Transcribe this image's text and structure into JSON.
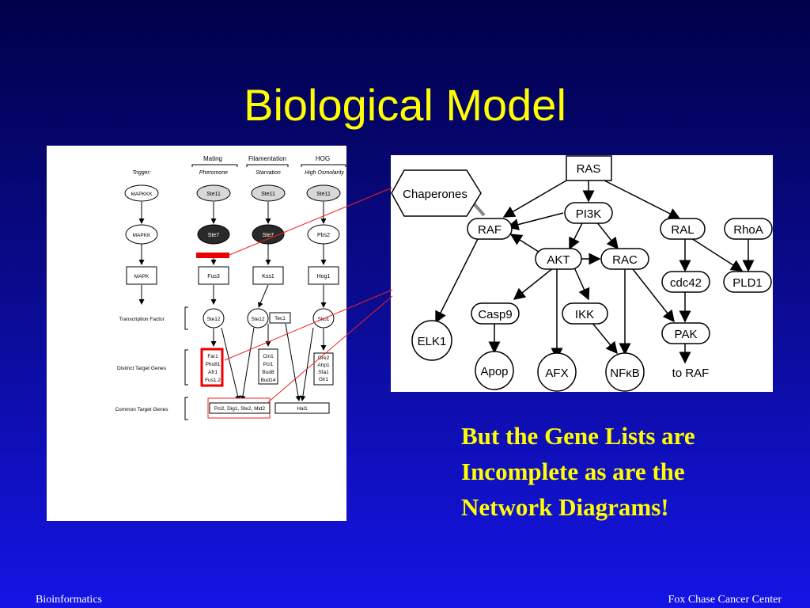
{
  "slide": {
    "title": "Biological Model",
    "caption_lines": [
      "But the Gene Lists are",
      "Incomplete as are the",
      "Network Diagrams!"
    ],
    "footer_left": "Bioinformatics",
    "footer_right": "Fox Chase Cancer Center"
  },
  "colors": {
    "title": "#ffff00",
    "highlight": "#ee0000",
    "connector": "#ee2222",
    "background_top": "#00004a",
    "background_bottom": "#1414e6"
  },
  "yeast_pathway": {
    "headers": [
      "Mating",
      "Filamentation",
      "HOG"
    ],
    "trigger_label": "Trigger:",
    "triggers": [
      "Pheromone",
      "Starvation",
      "High Osmolarity"
    ],
    "generic": [
      "MAPKKK",
      "MAPKK",
      "MAPK"
    ],
    "row_labels": [
      "Transcription Factor",
      "Distinct Target Genes",
      "Common Target Genes"
    ],
    "mapkkk": [
      "Ste11",
      "Ste11",
      "Ste11"
    ],
    "mapkk": [
      "Ste7",
      "Ste7",
      "Pbs2"
    ],
    "mapk": [
      "Fus3",
      "Kss1",
      "Hog1"
    ],
    "tf": [
      "Ste12",
      "Ste12",
      "Tec1",
      "Sko1"
    ],
    "targets_mating": [
      "Far1",
      "Pho81",
      "Afr1",
      "Fus1,2"
    ],
    "targets_filamentation": [
      "Cln1",
      "Pcl1",
      "Bud8",
      "Bud14"
    ],
    "targets_hog": [
      "Gre2",
      "Ahp1",
      "Sfa1",
      "Glr1"
    ],
    "common_1": "Pcl2, Dig1, Ste2, Mid2",
    "common_2": "Hal1"
  },
  "signaling_network": {
    "nodes": [
      "RAS",
      "Chaperones",
      "PI3K",
      "RAF",
      "RAL",
      "RhoA",
      "AKT",
      "RAC",
      "cdc42",
      "PLD1",
      "Casp9",
      "IKK",
      "PAK",
      "ELK1",
      "Apop",
      "AFX",
      "NFκB"
    ],
    "to_raf": "to RAF"
  }
}
